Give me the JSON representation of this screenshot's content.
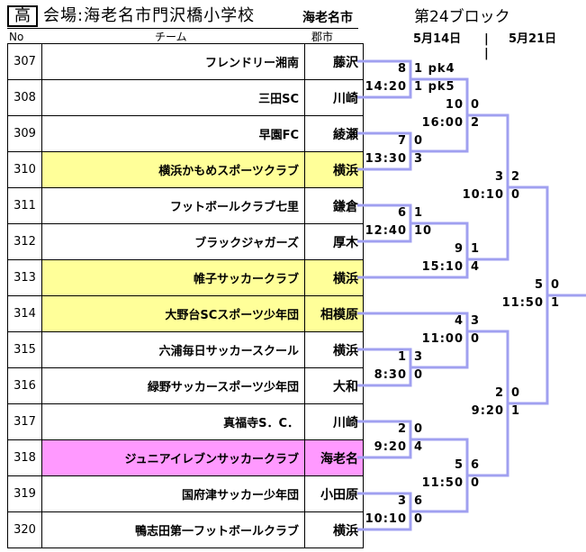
{
  "header": {
    "badge": "高",
    "venue": "会場:海老名市門沢橋小学校",
    "host_city": "海老名市",
    "block": "第24ブロック",
    "dates": [
      "5月14日",
      "5月21日"
    ],
    "separator": "|"
  },
  "columns": {
    "no": "No",
    "team": "チーム",
    "city": "郡市"
  },
  "colors": {
    "bracket_line": "#a0a0f0",
    "highlight_yellow": "#ffff99",
    "highlight_pink": "#ff99ff"
  },
  "teams": [
    {
      "no": "307",
      "name": "フレンドリー湘南",
      "city": "藤沢",
      "highlight": ""
    },
    {
      "no": "308",
      "name": "三田SC",
      "city": "川崎",
      "highlight": ""
    },
    {
      "no": "309",
      "name": "早園FC",
      "city": "綾瀬",
      "highlight": ""
    },
    {
      "no": "310",
      "name": "横浜かもめスポーツクラブ",
      "city": "横浜",
      "highlight": "yellow"
    },
    {
      "no": "311",
      "name": "フットボールクラブ七里",
      "city": "鎌倉",
      "highlight": ""
    },
    {
      "no": "312",
      "name": "ブラックジャガーズ",
      "city": "厚木",
      "highlight": ""
    },
    {
      "no": "313",
      "name": "帷子サッカークラブ",
      "city": "横浜",
      "highlight": "yellow"
    },
    {
      "no": "314",
      "name": "大野台SCスポーツ少年団",
      "city": "相模原",
      "highlight": "yellow"
    },
    {
      "no": "315",
      "name": "六浦毎日サッカースクール",
      "city": "横浜",
      "highlight": ""
    },
    {
      "no": "316",
      "name": "緑野サッカースポーツ少年団",
      "city": "大和",
      "highlight": ""
    },
    {
      "no": "317",
      "name": "真福寺S．C．",
      "city": "川崎",
      "highlight": ""
    },
    {
      "no": "318",
      "name": "ジュニアイレブンサッカークラブ",
      "city": "海老名",
      "highlight": "pink"
    },
    {
      "no": "319",
      "name": "国府津サッカー少年団",
      "city": "小田原",
      "highlight": ""
    },
    {
      "no": "320",
      "name": "鴨志田第一フットボールクラブ",
      "city": "横浜",
      "highlight": ""
    }
  ],
  "matches": [
    {
      "id": "m1",
      "match_no": "8",
      "time": "14:20",
      "score_top": "1 pk4",
      "score_bottom": "1 pk5"
    },
    {
      "id": "m2",
      "match_no": "7",
      "time": "13:30",
      "score_top": "0",
      "score_bottom": "3"
    },
    {
      "id": "m3",
      "match_no": "10",
      "time": "16:00",
      "score_top": "0",
      "score_bottom": "2"
    },
    {
      "id": "m4",
      "match_no": "6",
      "time": "12:40",
      "score_top": "1",
      "score_bottom": "10"
    },
    {
      "id": "m5",
      "match_no": "9",
      "time": "15:10",
      "score_top": "1",
      "score_bottom": "4"
    },
    {
      "id": "m6",
      "match_no": "3",
      "time": "10:10",
      "score_top": "2",
      "score_bottom": "0"
    },
    {
      "id": "m7",
      "match_no": "1",
      "time": "8:30",
      "score_top": "3",
      "score_bottom": "0"
    },
    {
      "id": "m8",
      "match_no": "4",
      "time": "11:00",
      "score_top": "3",
      "score_bottom": "0"
    },
    {
      "id": "m9",
      "match_no": "2",
      "time": "9:20",
      "score_top": "0",
      "score_bottom": "4"
    },
    {
      "id": "m10",
      "match_no": "3",
      "time": "10:10",
      "score_top": "6",
      "score_bottom": "0"
    },
    {
      "id": "m11",
      "match_no": "5",
      "time": "11:50",
      "score_top": "6",
      "score_bottom": "0"
    },
    {
      "id": "m12",
      "match_no": "2",
      "time": "9:20",
      "score_top": "0",
      "score_bottom": "1"
    },
    {
      "id": "m13",
      "match_no": "5",
      "time": "11:50",
      "score_top": "0",
      "score_bottom": "1"
    }
  ]
}
